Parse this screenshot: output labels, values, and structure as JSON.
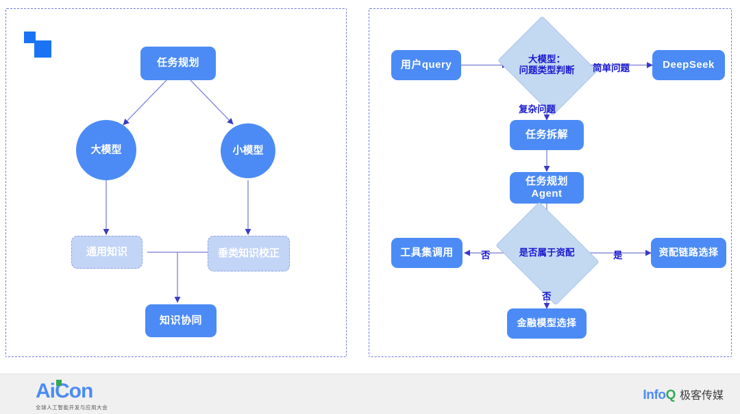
{
  "slide": {
    "background": "#ffffff",
    "accent_blue": "#4c8bf5",
    "soft_blue": "#c3d5f7",
    "diamond_blue": "#c3d9f2",
    "edge_color": "#8b8fd8",
    "label_color": "#1a1ad0"
  },
  "decoration": {
    "square_small": "blue-square-small",
    "square_large": "blue-square-large"
  },
  "left_panel": {
    "title": "",
    "nodes": {
      "task_planning": "任务规划",
      "large_model": "大模型",
      "small_model": "小模型",
      "general_knowledge": "通用知识",
      "vertical_knowledge_correction": "垂类知识校正",
      "knowledge_collaboration": "知识协同"
    }
  },
  "right_panel": {
    "nodes": {
      "user_query": "用户query",
      "model_question_type": "大模型：\n问题类型判断",
      "model_question_type_line1": "大模型：",
      "model_question_type_line2": "问题类型判断",
      "deepseek": "DeepSeek",
      "task_decomposition": "任务拆解",
      "task_planning_agent_line1": "任务规划",
      "task_planning_agent_line2": "Agent",
      "is_asset_allocation": "是否属于资配",
      "toolset_invocation": "工具集调用",
      "asset_chain_selection": "资配链路选择",
      "financial_model_selection": "金融模型选择"
    },
    "edge_labels": {
      "simple_question": "简单问题",
      "complex_question": "复杂问题",
      "no_left": "否",
      "yes_right": "是",
      "no_down": "否"
    }
  },
  "footer": {
    "aicon_name": "AiCon",
    "aicon_tagline": "全球人工智能开发与应用大会",
    "infoq_name": "InfoQ",
    "infoq_q": "Q",
    "infoq_info": "Info",
    "infoq_cn": "极客传媒"
  }
}
